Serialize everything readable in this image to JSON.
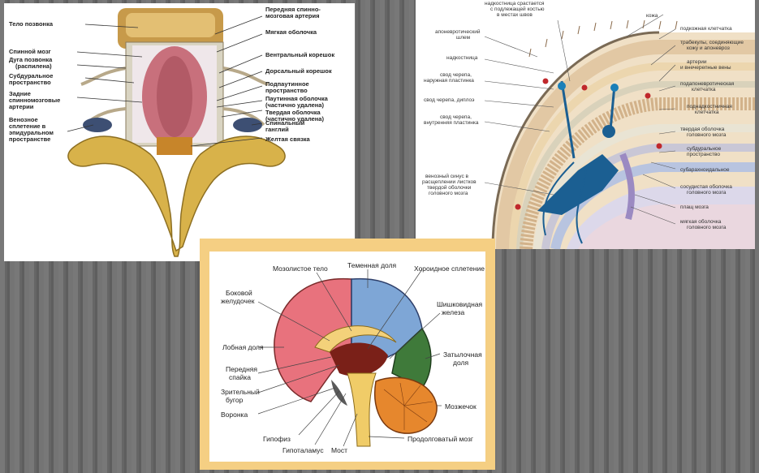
{
  "spine": {
    "labels": {
      "vertebral_body": "Тело позвонка",
      "anterior_artery_1": "Передняя спинно-",
      "anterior_artery_2": "мозговая артерия",
      "pia": "Мягкая оболочка",
      "spinal_cord": "Спинной мозг",
      "arch_1": "Дуга позвонка",
      "arch_2": "(распилена)",
      "subdural_1": "Субдуральное",
      "subdural_2": "пространство",
      "ventral_root": "Вентральный корешок",
      "dorsal_root": "Дорсальный корешок",
      "posterior_arteries_1": "Задние",
      "posterior_arteries_2": "спинномозговые",
      "posterior_arteries_3": "артерии",
      "subarachnoid_1": "Подпаутинное",
      "subarachnoid_2": "пространство",
      "arachnoid_1": "Паутинная оболочка",
      "arachnoid_2": "(частично удалена)",
      "dura_1": "Твердая оболочка",
      "dura_2": "(частично удалена)",
      "venous_1": "Венозное",
      "venous_2": "сплетение в",
      "venous_3": "эпидуральном",
      "venous_4": "пространстве",
      "ganglion_1": "Спинальный",
      "ganglion_2": "ганглий",
      "ligament": "Желтая связка"
    }
  },
  "meninges": {
    "labels": {
      "periosteum_sutures_1": "надкостница срастается",
      "periosteum_sutures_2": "с подлежащей костью",
      "periosteum_sutures_3": "в местах швов",
      "skin": "кожа",
      "aponeurotic_1": "апоневротический",
      "aponeurotic_2": "шлем",
      "subcutaneous": "подкожная клетчатка",
      "trabeculae_1": "трабекулы, соединяющие",
      "trabeculae_2": "кожу и апоневроз",
      "periosteum": "надкостница",
      "arteries_1": "артерии",
      "arteries_2": "и внечерепные вены",
      "outer_plate_1": "свод черепа,",
      "outer_plate_2": "наружная пластинка",
      "subaponeurotic_1": "подапоневротическая",
      "subaponeurotic_2": "клетчатка",
      "diploe": "свод черепа, диплоэ",
      "subperiosteal_1": "поднадкостничная",
      "subperiosteal_2": "клетчатка",
      "inner_plate_1": "свод черепа,",
      "inner_plate_2": "внутренняя пластинка",
      "dura_1": "твердая оболочка",
      "dura_2": "головного мозга",
      "subdural_1": "субдуральное",
      "subdural_2": "пространство",
      "sinus_1": "венозный синус в",
      "sinus_2": "расщеплении листков",
      "sinus_3": "твердой оболочки",
      "sinus_4": "головного мозга",
      "subarachnoid": "субарахноидальное",
      "vascular_1": "сосудистая оболочка",
      "vascular_2": "головного мозга",
      "cloak": "плащ мозга",
      "pia_1": "мягкая оболочка",
      "pia_2": "головного мозга"
    }
  },
  "brain": {
    "labels": {
      "corpus_callosum": "Мозолистое тело",
      "parietal": "Теменная доля",
      "choroid": "Хороидное сплетение",
      "lateral_ventricle_1": "Боковой",
      "lateral_ventricle_2": "желудочек",
      "pineal_1": "Шишковидная",
      "pineal_2": "железа",
      "frontal": "Лобная доля",
      "occipital_1": "Затылочная",
      "occipital_2": "доля",
      "anterior_commissure_1": "Передняя",
      "anterior_commissure_2": "спайка",
      "optic_1": "Зрительный",
      "optic_2": "бугор",
      "infundibulum": "Воронка",
      "cerebellum": "Мозжечок",
      "pituitary": "Гипофиз",
      "hypothalamus": "Гипоталамус",
      "pons": "Мост",
      "medulla": "Продолговатый мозг"
    }
  }
}
